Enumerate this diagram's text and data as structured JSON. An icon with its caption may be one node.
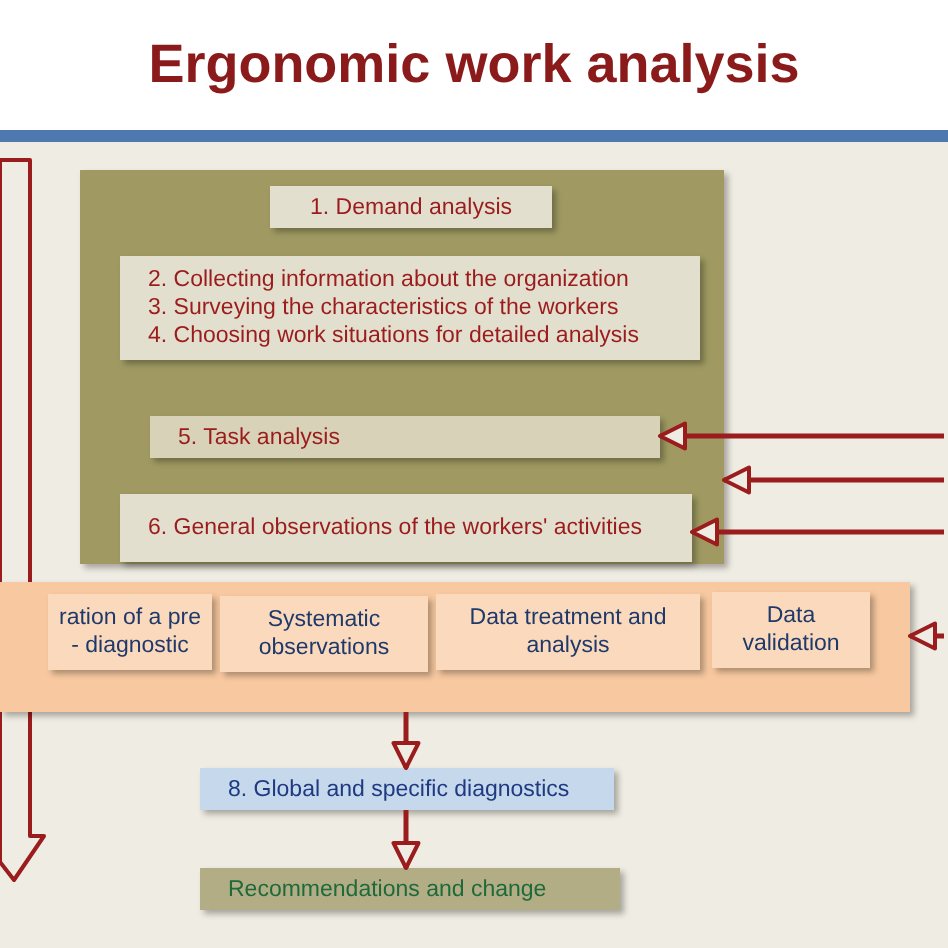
{
  "diagram": {
    "title": "Ergonomic work analysis",
    "nodes": [
      {
        "text": [],
        "shape": "box"
      },
      {
        "text": [
          "1. Demand analysis"
        ],
        "in": 0
      },
      {
        "text": [
          "2. Collecting information about the organization",
          "3. Surveying the characteristics of the workers",
          "4. Choosing work situations for detailed analysis"
        ],
        "in": 0
      },
      {
        "text": [
          "5. Task analysis"
        ],
        "in": 0
      },
      {
        "text": [
          "6. General observations of the workers' activities"
        ],
        "in": 0
      },
      {
        "text": [],
        "shape": "box"
      },
      {
        "text": [
          "ration of a pre - diagnostic"
        ],
        "in": 5
      },
      {
        "text": [
          "Systematic observations"
        ],
        "in": 5
      },
      {
        "text": [
          "Data treatment and analysis"
        ],
        "in": 5
      },
      {
        "text": [
          "Data validation"
        ],
        "in": 5
      },
      {
        "text": [
          "8. Global and specific diagnostics"
        ]
      },
      {
        "text": [
          "Recommendations and change"
        ]
      }
    ],
    "edges": [
      {
        "from": null,
        "to": 3,
        "arrow": "to"
      },
      {
        "from": null,
        "to": 0,
        "arrow": "to"
      },
      {
        "from": null,
        "to": 4,
        "arrow": "to"
      },
      {
        "from": null,
        "to": 5,
        "arrow": "to"
      },
      {
        "from": 5,
        "to": 10,
        "arrow": "to"
      },
      {
        "from": 10,
        "to": 11,
        "arrow": "to"
      }
    ]
  }
}
